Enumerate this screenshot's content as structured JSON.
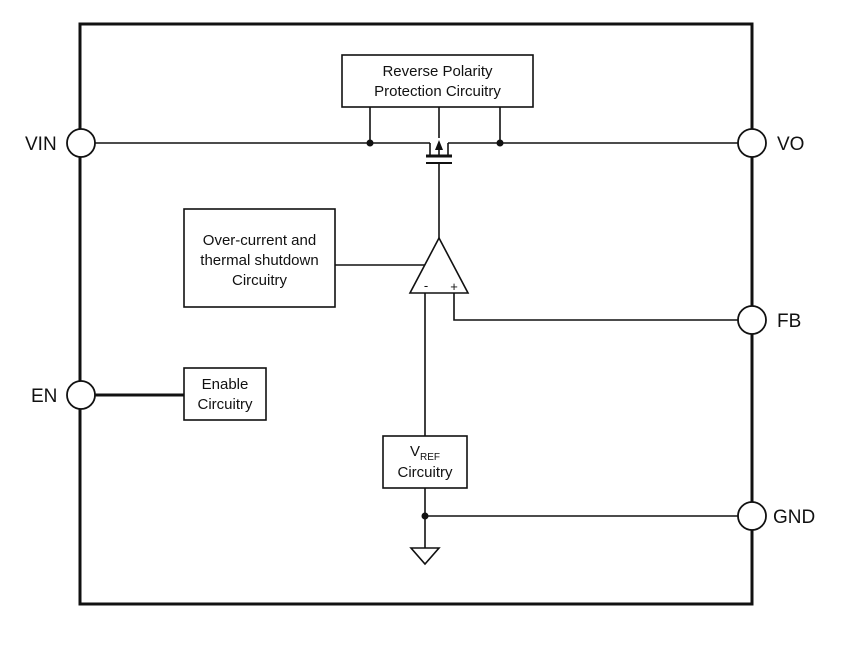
{
  "pins": {
    "vin": "VIN",
    "vo": "VO",
    "fb": "FB",
    "en": "EN",
    "gnd": "GND"
  },
  "blocks": {
    "reverse_polarity": {
      "line1": "Reverse Polarity",
      "line2": "Protection Circuitry"
    },
    "overcurrent": {
      "line1": "Over-current and",
      "line2": "thermal shutdown",
      "line3": "Circuitry"
    },
    "enable": {
      "line1": "Enable",
      "line2": "Circuitry"
    },
    "vref": {
      "symbol": "V",
      "subscript": "REF",
      "line2": "Circuitry"
    }
  },
  "amplifier": {
    "minus": "-",
    "plus": "+"
  }
}
